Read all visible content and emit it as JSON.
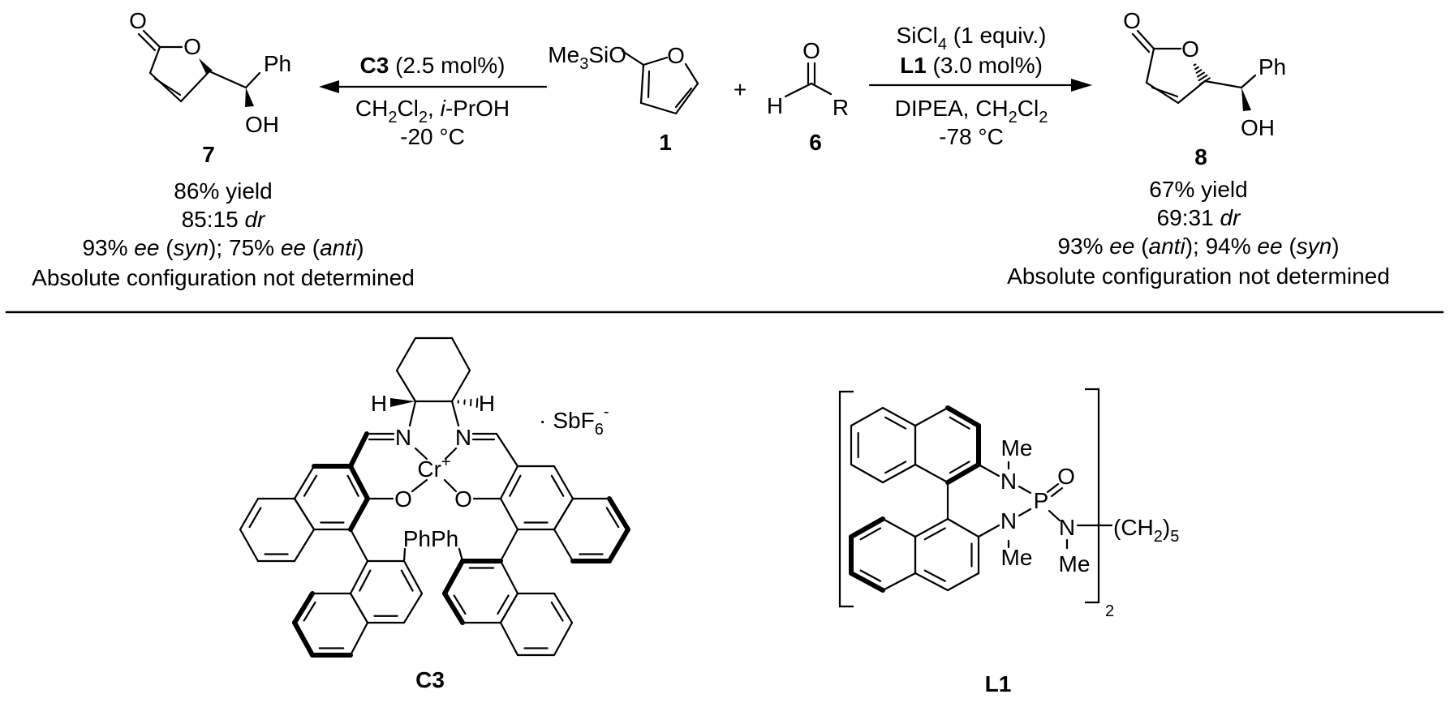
{
  "left_reaction": {
    "catalyst": "C3",
    "catalyst_loading": " (2.5 mol%)",
    "solvent_ch": "CH",
    "solvent_sub1": "2",
    "solvent_cl": "Cl",
    "solvent_sub2": "2",
    "solvent_sep": ", ",
    "solvent_i": "i",
    "solvent_rest": "-PrOH",
    "temperature": "-20 °C"
  },
  "right_reaction": {
    "reagent": "SiCl",
    "reagent_sub": "4",
    "reagent_amount": " (1 equiv.)",
    "ligand": "L1",
    "ligand_loading": " (3.0 mol%)",
    "base": "DIPEA, CH",
    "base_sub1": "2",
    "base_cl": "Cl",
    "base_sub2": "2",
    "temperature": "-78 °C"
  },
  "plus": "+",
  "compound_1": {
    "label": "1",
    "silyl": "Me",
    "silyl_sub": "3",
    "silyl_rest": "SiO",
    "ring_o": "O"
  },
  "compound_6": {
    "label": "6",
    "o": "O",
    "h": "H",
    "r": "R"
  },
  "compound_7": {
    "label": "7",
    "carbonyl_o": "O",
    "ring_o": "O",
    "ph": "Ph",
    "oh": "OH",
    "yield": "86% yield",
    "dr_value": "85:15 ",
    "dr": "dr",
    "ee1": "93% ",
    "ee_a": "ee",
    "open1": " (",
    "syn": "syn",
    "mid": "); 75% ",
    "ee_b": "ee",
    "open2": " (",
    "anti": "anti",
    "close": ")",
    "note": "Absolute configuration not determined"
  },
  "compound_8": {
    "label": "8",
    "carbonyl_o": "O",
    "ring_o": "O",
    "ph": "Ph",
    "oh": "OH",
    "yield": "67% yield",
    "dr_value": "69:31 ",
    "dr": "dr",
    "ee1": "93% ",
    "ee_a": "ee",
    "open1": " (",
    "anti": "anti",
    "mid": "); 94% ",
    "ee_b": "ee",
    "open2": " (",
    "syn": "syn",
    "close": ")",
    "note": "Absolute configuration not determined"
  },
  "catalyst_c3": {
    "label": "C3",
    "h_left": "H",
    "h_right": "H",
    "n_left": "N",
    "n_right": "N",
    "metal": "Cr",
    "charge": "+",
    "o_left": "O",
    "o_right": "O",
    "phph": "PhPh",
    "counterion_dot": "·",
    "counterion": "SbF",
    "counterion_sub": "6",
    "counterion_charge": "-"
  },
  "ligand_l1": {
    "label": "L1",
    "n_top": "N",
    "me_top": "Me",
    "p": "P",
    "o": "O",
    "n_bottom": "N",
    "me_bottom": "Me",
    "n_right": "N",
    "me_right": "Me",
    "linker": "(CH",
    "linker_sub": "2",
    "linker_close": ")",
    "linker_n": "5",
    "repeat": "2"
  }
}
